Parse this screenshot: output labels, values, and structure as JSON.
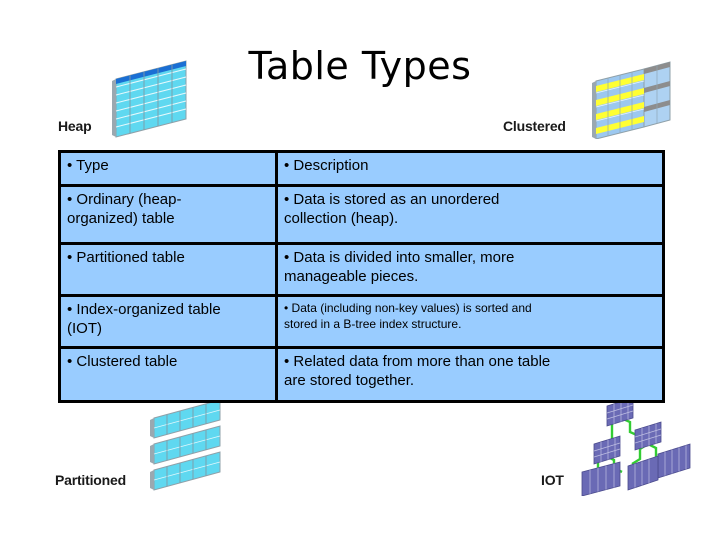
{
  "slide": {
    "title": "Table Types",
    "background_color": "#ffffff"
  },
  "colors": {
    "table_fill": "#99ccff",
    "table_border": "#000000",
    "text": "#000000",
    "heap_clipart": "#5fd8f0",
    "clustered_highlight": "#ffff66",
    "iot_clipart": "#6a6ab5",
    "iot_connector": "#33cc33"
  },
  "callouts": [
    {
      "id": "heap",
      "label": "Heap",
      "icon": "heap-table-grid-icon"
    },
    {
      "id": "clustered",
      "label": "Clustered",
      "icon": "clustered-table-grid-icon"
    },
    {
      "id": "partitioned",
      "label": "Partitioned",
      "icon": "partitioned-table-grid-icon"
    },
    {
      "id": "iot",
      "label": "IOT",
      "icon": "index-organized-table-tree-icon"
    }
  ],
  "table": {
    "header": {
      "type": "• Type",
      "description": "• Description"
    },
    "rows": [
      {
        "type": "• Ordinary (heap-\norganized) table",
        "description": "• Data is stored as an unordered\ncollection (heap).",
        "description_size": "normal"
      },
      {
        "type": "• Partitioned table",
        "description": "• Data is divided into smaller, more\nmanageable pieces.",
        "description_size": "normal"
      },
      {
        "type": "• Index-organized table\n(IOT)",
        "description": "• Data (including non-key values) is sorted and\nstored in a B-tree index structure.",
        "description_size": "small"
      },
      {
        "type": "• Clustered table",
        "description": "• Related data from more than one table\nare stored together.",
        "description_size": "normal"
      }
    ]
  }
}
